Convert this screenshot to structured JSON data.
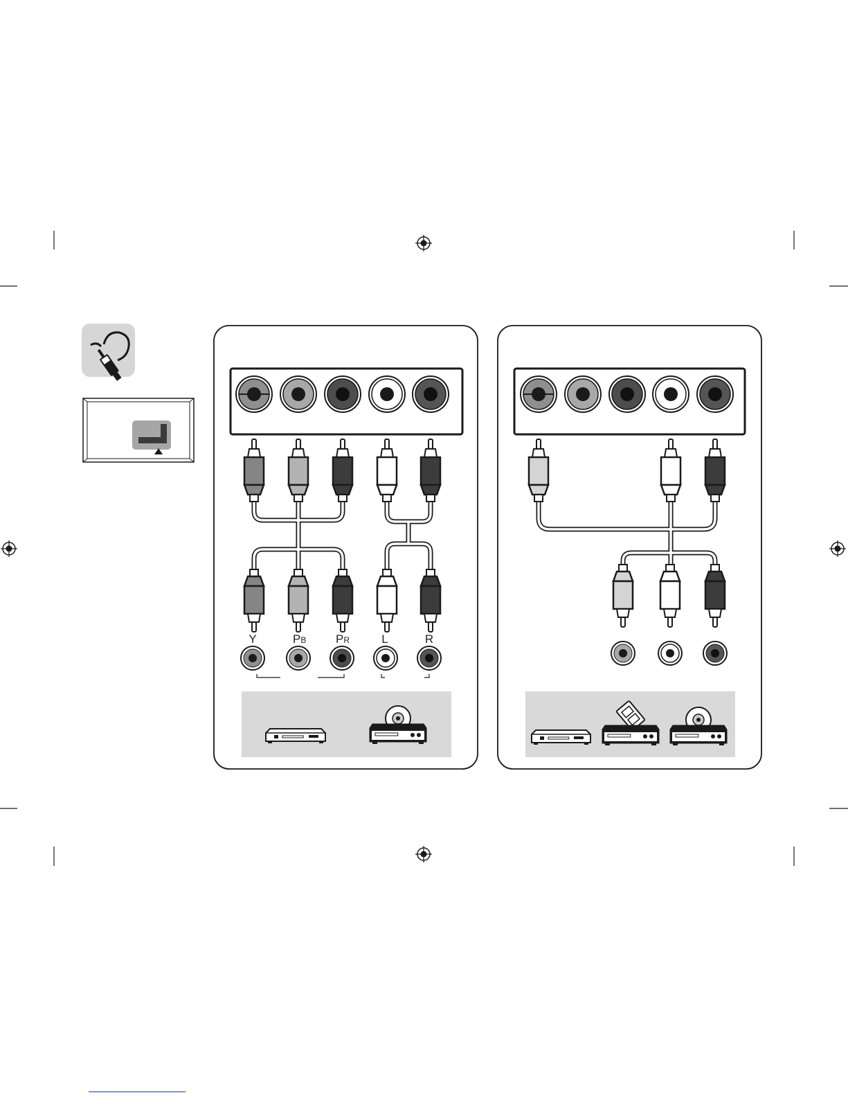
{
  "colors": {
    "stroke": "#1a1a1a",
    "jack_y": "#8f8f8f",
    "jack_pb": "#a8a8a8",
    "jack_pr": "#4d4d4d",
    "jack_l": "#ffffff",
    "jack_r": "#555555",
    "plug_y": "#858585",
    "plug_pb": "#b3b3b3",
    "plug_pr": "#3c3c3c",
    "plug_l": "#ffffff",
    "plug_r": "#3c3c3c",
    "plug_video_composite": "#d4d4d4",
    "device_panel": "#d9d9d9",
    "icon_tile": "#d6d6d6",
    "tv_highlight": "#a6a6a6"
  },
  "icons": {
    "cable": "rca-cable-icon",
    "tv": "tv-rear-port-location-icon",
    "registration": "registration-mark-icon",
    "dvd_player": "dvd-player-icon",
    "vcr": "vcr-icon",
    "disc_player": "disc-player-icon"
  },
  "component_panel": {
    "labels": {
      "y": "Y",
      "pb_main": "P",
      "pb_sub": "B",
      "pr_main": "P",
      "pr_sub": "R",
      "l": "L",
      "r": "R"
    },
    "devices": [
      "dvd-player-icon",
      "disc-player-icon"
    ]
  },
  "composite_panel": {
    "devices": [
      "dvd-player-icon",
      "vcr-icon",
      "disc-player-icon"
    ]
  }
}
